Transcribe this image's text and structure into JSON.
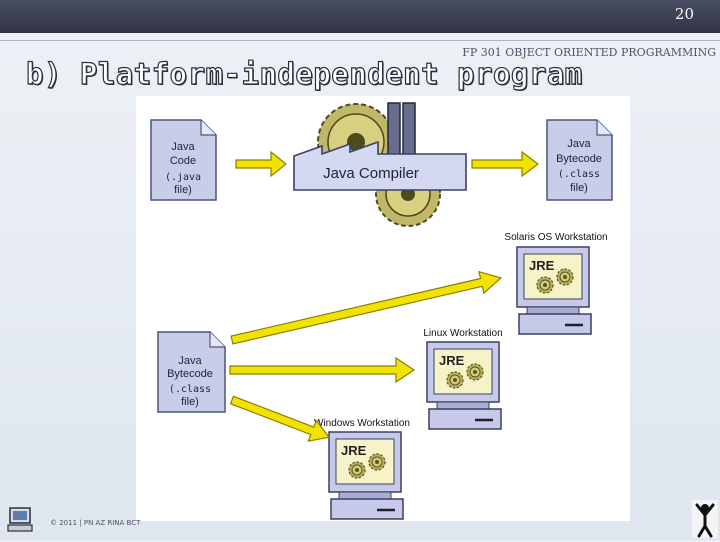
{
  "slide": {
    "number": "20",
    "subtitle": "FP 301 OBJECT ORIENTED PROGRAMMING",
    "title": "b) Platform-independent program",
    "footer": "© 2011 | PN AZ RINA BCT"
  },
  "diagram": {
    "source_doc": [
      "Java",
      "Code",
      "(.java",
      "file)"
    ],
    "compiler_label": "Java Compiler",
    "bytecode_top": [
      "Java",
      "Bytecode",
      "(.class",
      "file)"
    ],
    "bytecode_left": [
      "Java",
      "Bytecode",
      "(.class",
      "file)"
    ],
    "solaris_label": "Solaris OS Workstation",
    "linux_label": "Linux Workstation",
    "windows_label": "Windows Workstation",
    "jre_label": "JRE"
  },
  "colors": {
    "doc_fill": "#c8cde8",
    "arrow": "#f2e200",
    "monitor": "#c6cae8",
    "screen": "#f6f3c8",
    "gear": "#b8b060",
    "compiler_box": "#d4d8f0"
  }
}
